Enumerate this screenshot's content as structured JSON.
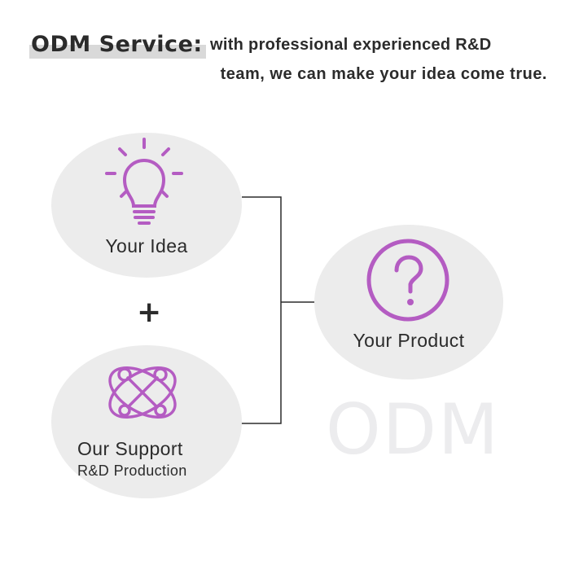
{
  "header": {
    "service_label": "ODM Service:",
    "tagline_line1": "with professional experienced R&D",
    "tagline_line2": "team, we can make your idea come true."
  },
  "idea": {
    "label": "Your Idea",
    "icon": "lightbulb-icon"
  },
  "plus_symbol": "+",
  "support": {
    "label": "Our Support",
    "sublabel": "R&D Production",
    "icon": "tools-orbit-icon"
  },
  "product": {
    "label": "Your Product",
    "icon": "question-mark-icon"
  },
  "watermark": "ODM",
  "colors": {
    "accent": "#b45cc2",
    "circle_fill": "#ececec",
    "text": "#2b2b2b",
    "line": "#2b2b2b",
    "watermark": "#ececee"
  }
}
